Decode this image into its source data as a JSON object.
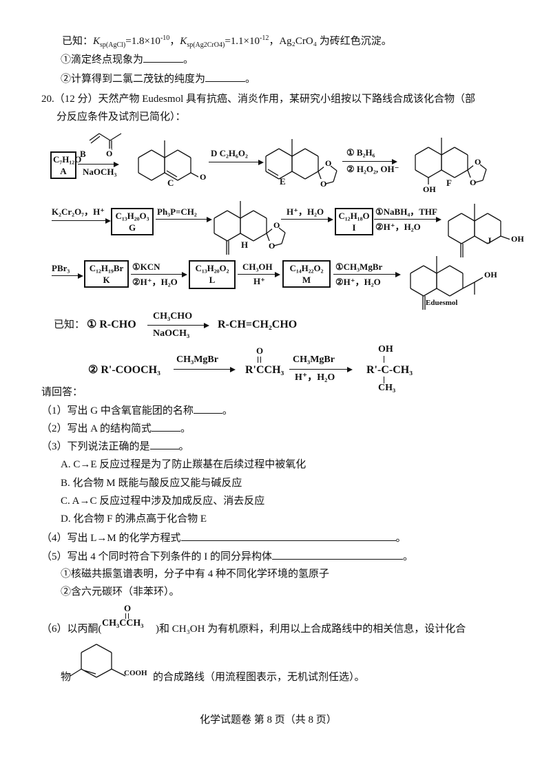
{
  "known_ksp": {
    "prefix": "已知：",
    "k": "K",
    "sub1": "sp(AgCl)",
    "val1": "=1.8×10",
    "exp1": "-10",
    "sep": "，",
    "sub2": "sp(Ag2CrO4)",
    "val2": "=1.1×10",
    "exp2": "-12",
    "tail": "，Ag₂CrO₄ 为砖红色沉淀。"
  },
  "q19": {
    "item1": "①滴定终点现象为",
    "item2": "②计算得到二氯二茂钛的纯度为",
    "end": "。"
  },
  "q20": {
    "header": "20.（12 分）天然产物 Eudesmol 具有抗癌、消炎作用，某研究小组按以下路线合成该化合物（部",
    "header2": "分反应条件及试剂已简化）："
  },
  "scheme": {
    "A": {
      "formula": "C₇H₁₂O",
      "label": "A"
    },
    "B_label": "B",
    "cond_AC": "NaOCH₃",
    "C_label": "C",
    "cond_CE": "D  C₂H₆O₂",
    "E_label": "E",
    "cond_EF_1": "① B₂H₆",
    "cond_EF_2": "② H₂O₂, OH⁻",
    "F_label": "F",
    "cond_FG": "K₂Cr₂O₇，H⁺",
    "G": {
      "formula": "C₁₃H₂₀O₃",
      "label": "G"
    },
    "cond_GH": "Ph₃P=CH₂",
    "H_label": "H",
    "cond_HI": "H⁺，H₂O",
    "I": {
      "formula": "C₁₂H₁₈O",
      "label": "I"
    },
    "cond_IJ_1": "①NaBH₄，THF",
    "cond_IJ_2": "②H⁺，H₂O",
    "J_label": "J",
    "cond_JK": "PBr₃",
    "K": {
      "formula": "C₁₂H₁₉Br",
      "label": "K"
    },
    "cond_KL_1": "①KCN",
    "cond_KL_2": "②H⁺，H₂O",
    "L": {
      "formula": "C₁₃H₂₀O₂",
      "label": "L"
    },
    "cond_LM_1": "CH₃OH",
    "cond_LM_2": "H⁺",
    "M": {
      "formula": "C₁₄H₂₂O₂",
      "label": "M"
    },
    "cond_MP_1": "①CH₃MgBr",
    "cond_MP_2": "②H⁺，H₂O",
    "product_label": "Eduesmol",
    "atom_O": "O",
    "atom_OH": "OH"
  },
  "known": {
    "prefix": "已知：",
    "r1_start": "① R-CHO",
    "r1_top": "CH₃CHO",
    "r1_bottom": "NaOCH₃",
    "r1_product": "R-CH=CH₂CHO",
    "r2_start": "② R'-COOCH₃",
    "r2_top": "CH₃MgBr",
    "r2_mid_O": "O",
    "r2_mid": "R'CCH₃",
    "r2_top2": "CH₃MgBr",
    "r2_bottom2": "H⁺，H₂O",
    "r2_OH": "OH",
    "r2_prod": "R'-C-CH₃",
    "r2_CH3": "CH₃"
  },
  "questions": {
    "intro": "请回答：",
    "q1": "（1）写出 G 中含氧官能团的名称",
    "q2": "（2）写出 A 的结构简式",
    "q3": "（3）下列说法正确的是",
    "q3_options": [
      "A. C→E 反应过程是为了防止羰基在后续过程中被氧化",
      "B. 化合物 M 既能与酸反应又能与碱反应",
      "C. A→C 反应过程中涉及加成反应、消去反应",
      "D. 化合物 F 的沸点高于化合物 E"
    ],
    "q4": "（4）写出 L→M 的化学方程式",
    "q5": "（5）写出 4 个同时符合下列条件的 I 的同分异构体",
    "q5_c1": "①核磁共振氢谱表明，分子中有 4 种不同化学环境的氢原子",
    "q5_c2": "②含六元碳环（非苯环）。",
    "q6_a": "（6）以丙酮(",
    "q6_acetone_O": "O",
    "q6_acetone": "CH₃CCH₃",
    "q6_b": ")和  CH₃OH  为有机原料，利用以上合成路线中的相关信息，设计化合",
    "q6_c": "物",
    "q6_cooh": "COOH",
    "q6_d": "的合成路线（用流程图表示，无机试剂任选）。",
    "end": "。"
  },
  "footer": "化学试题卷    第 8 页（共 8 页）"
}
